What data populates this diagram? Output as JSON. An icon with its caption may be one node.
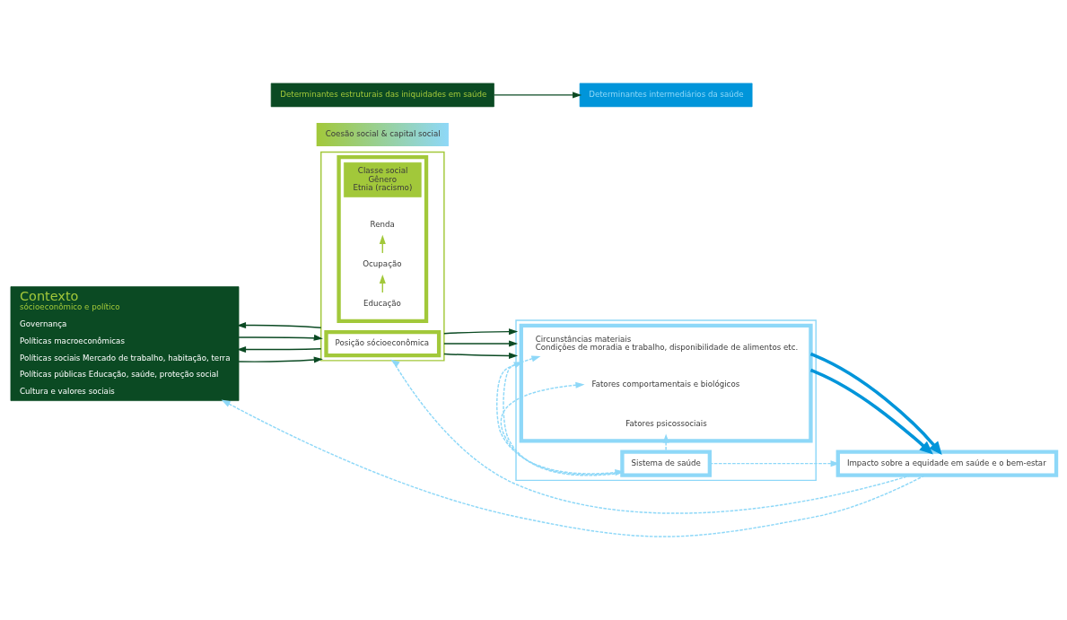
{
  "diagram": {
    "nodes": [
      {
        "text": [
          "Contexto",
          "sócioeconômico e político",
          "Governança",
          "Políticas macroeconômicas",
          "Políticas sociais Mercado de trabalho, habitação, terra",
          "Políticas públicas Educação, saúde, proteção social",
          "Cultura e valores sociais"
        ]
      },
      {
        "text": [],
        "shape": "box"
      },
      {
        "text": [
          "Posição sócioeconômica"
        ],
        "in": 1
      },
      {
        "text": [],
        "shape": "box",
        "in": 1
      },
      {
        "text": [
          "Classe social",
          "Gênero",
          "Etnia (racismo)"
        ],
        "in": 3
      },
      {
        "text": [
          "Educação"
        ],
        "in": 3
      },
      {
        "text": [
          "Ocupação"
        ],
        "in": 3
      },
      {
        "text": [
          "Renda"
        ],
        "in": 3
      },
      {
        "text": [
          "Coesão social & capital social"
        ]
      },
      {
        "text": [],
        "shape": "box"
      },
      {
        "text": [],
        "shape": "box",
        "in": 9
      },
      {
        "text": [
          "Circunstâncias materiais",
          "Condições de moradia e trabalho, disponibilidade de alimentos etc."
        ],
        "in": 10
      },
      {
        "text": [
          "Fatores comportamentais e biológicos"
        ],
        "in": 10
      },
      {
        "text": [
          "Fatores psicossociais"
        ],
        "in": 10
      },
      {
        "text": [
          "Sistema de saúde"
        ],
        "in": 9
      },
      {
        "text": [
          "Impacto sobre a equidade em saúde e o bem-estar"
        ]
      },
      {
        "text": [
          "Determinantes estruturais das iniquidades em saúde"
        ]
      },
      {
        "text": [
          "Determinantes intermediários da saúde"
        ]
      }
    ],
    "edges": [
      {
        "from": 0,
        "to": 1,
        "arrow": "to"
      },
      {
        "from": 1,
        "to": 0,
        "arrow": "to"
      },
      {
        "from": 0,
        "to": 1,
        "arrow": "to"
      },
      {
        "from": 1,
        "to": 0,
        "arrow": "to"
      },
      {
        "from": 1,
        "to": 9,
        "arrow": "to"
      },
      {
        "from": 1,
        "to": 9,
        "arrow": "to"
      },
      {
        "from": 1,
        "to": 9,
        "arrow": "to"
      },
      {
        "from": 5,
        "to": 6,
        "arrow": "to",
        "color": "#a2c83a"
      },
      {
        "from": 6,
        "to": 7,
        "arrow": "to",
        "color": "#a2c83a"
      },
      {
        "from": 10,
        "to": 15,
        "arrow": "to",
        "style": "thick",
        "color": "#0095da"
      },
      {
        "from": 10,
        "to": 15,
        "arrow": "to",
        "style": "thick",
        "color": "#0095da"
      },
      {
        "from": 15,
        "to": 0,
        "arrow": "to",
        "style": "dashed",
        "color": "#8ed8f8"
      },
      {
        "from": 15,
        "to": 1,
        "arrow": "to",
        "style": "dashed",
        "color": "#8ed8f8"
      },
      {
        "from": 14,
        "to": 11,
        "arrow": "to",
        "style": "dashed",
        "color": "#8ed8f8"
      },
      {
        "from": 14,
        "to": 12,
        "arrow": "to",
        "style": "dashed",
        "color": "#8ed8f8"
      },
      {
        "from": 14,
        "to": 13,
        "arrow": "to",
        "style": "dashed",
        "color": "#8ed8f8"
      },
      {
        "from": 10,
        "to": 14,
        "arrow": "both",
        "style": "dashed",
        "color": "#8ed8f8"
      },
      {
        "from": 14,
        "to": 15,
        "arrow": "to",
        "style": "dashed",
        "color": "#8ed8f8"
      },
      {
        "from": 16,
        "to": 17,
        "arrow": "to"
      }
    ]
  }
}
